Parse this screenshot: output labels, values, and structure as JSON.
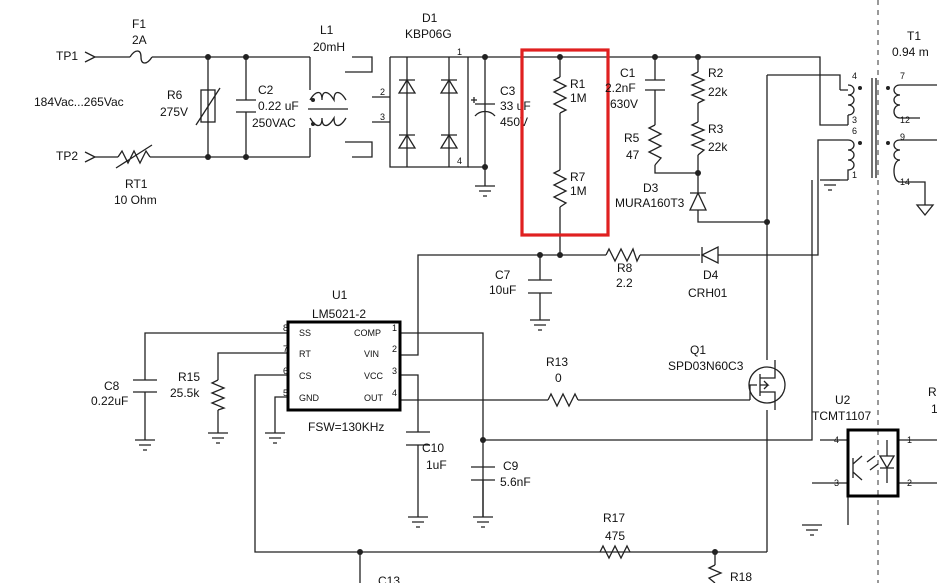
{
  "connectors": {
    "tp1": "TP1",
    "tp2": "TP2"
  },
  "input_range": "184Vac...265Vac",
  "components": {
    "F1": {
      "ref": "F1",
      "value": "2A"
    },
    "L1": {
      "ref": "L1",
      "value": "20mH"
    },
    "D1": {
      "ref": "D1",
      "value": "KBP06G",
      "pins": [
        "1",
        "2",
        "3",
        "4"
      ]
    },
    "R6": {
      "ref": "R6",
      "value": "275V"
    },
    "C2": {
      "ref": "C2",
      "value": "0.22 uF",
      "rating": "250VAC"
    },
    "RT1": {
      "ref": "RT1",
      "value": "10 Ohm"
    },
    "C3": {
      "ref": "C3",
      "value": "33 uF",
      "rating": "450V"
    },
    "R1": {
      "ref": "R1",
      "value": "1M"
    },
    "R7": {
      "ref": "R7",
      "value": "1M"
    },
    "C1": {
      "ref": "C1",
      "value": "2.2nF",
      "rating": "630V"
    },
    "R5": {
      "ref": "R5",
      "value": "47"
    },
    "R2": {
      "ref": "R2",
      "value": "22k"
    },
    "R3": {
      "ref": "R3",
      "value": "22k"
    },
    "D3": {
      "ref": "D3",
      "value": "MURA160T3"
    },
    "T1": {
      "ref": "T1",
      "value": "0.94 m",
      "pins": [
        "4",
        "3",
        "6",
        "1",
        "7",
        "12",
        "9",
        "14"
      ]
    },
    "C7": {
      "ref": "C7",
      "value": "10uF"
    },
    "R8": {
      "ref": "R8",
      "value": "2.2"
    },
    "D4": {
      "ref": "D4",
      "value": "CRH01"
    },
    "U1": {
      "ref": "U1",
      "value": "LM5021-2",
      "note": "FSW=130KHz",
      "left_pins": [
        {
          "num": "8",
          "name": "SS"
        },
        {
          "num": "7",
          "name": "RT"
        },
        {
          "num": "6",
          "name": "CS"
        },
        {
          "num": "5",
          "name": "GND"
        }
      ],
      "right_pins": [
        {
          "num": "1",
          "name": "COMP"
        },
        {
          "num": "2",
          "name": "VIN"
        },
        {
          "num": "3",
          "name": "VCC"
        },
        {
          "num": "4",
          "name": "OUT"
        }
      ]
    },
    "R13": {
      "ref": "R13",
      "value": "0"
    },
    "Q1": {
      "ref": "Q1",
      "value": "SPD03N60C3"
    },
    "C8": {
      "ref": "C8",
      "value": "0.22uF"
    },
    "R15": {
      "ref": "R15",
      "value": "25.5k"
    },
    "C10": {
      "ref": "C10",
      "value": "1uF"
    },
    "C9": {
      "ref": "C9",
      "value": "5.6nF"
    },
    "U2": {
      "ref": "U2",
      "value": "TCMT1107",
      "pins": [
        "4",
        "3",
        "1",
        "2"
      ]
    },
    "R17": {
      "ref": "R17",
      "value": "475"
    },
    "R18": {
      "ref": "R18"
    },
    "C13": {
      "ref": "C13"
    },
    "R_cut": {
      "ref": "R",
      "value": "1"
    }
  },
  "highlight_color": "#e02020"
}
